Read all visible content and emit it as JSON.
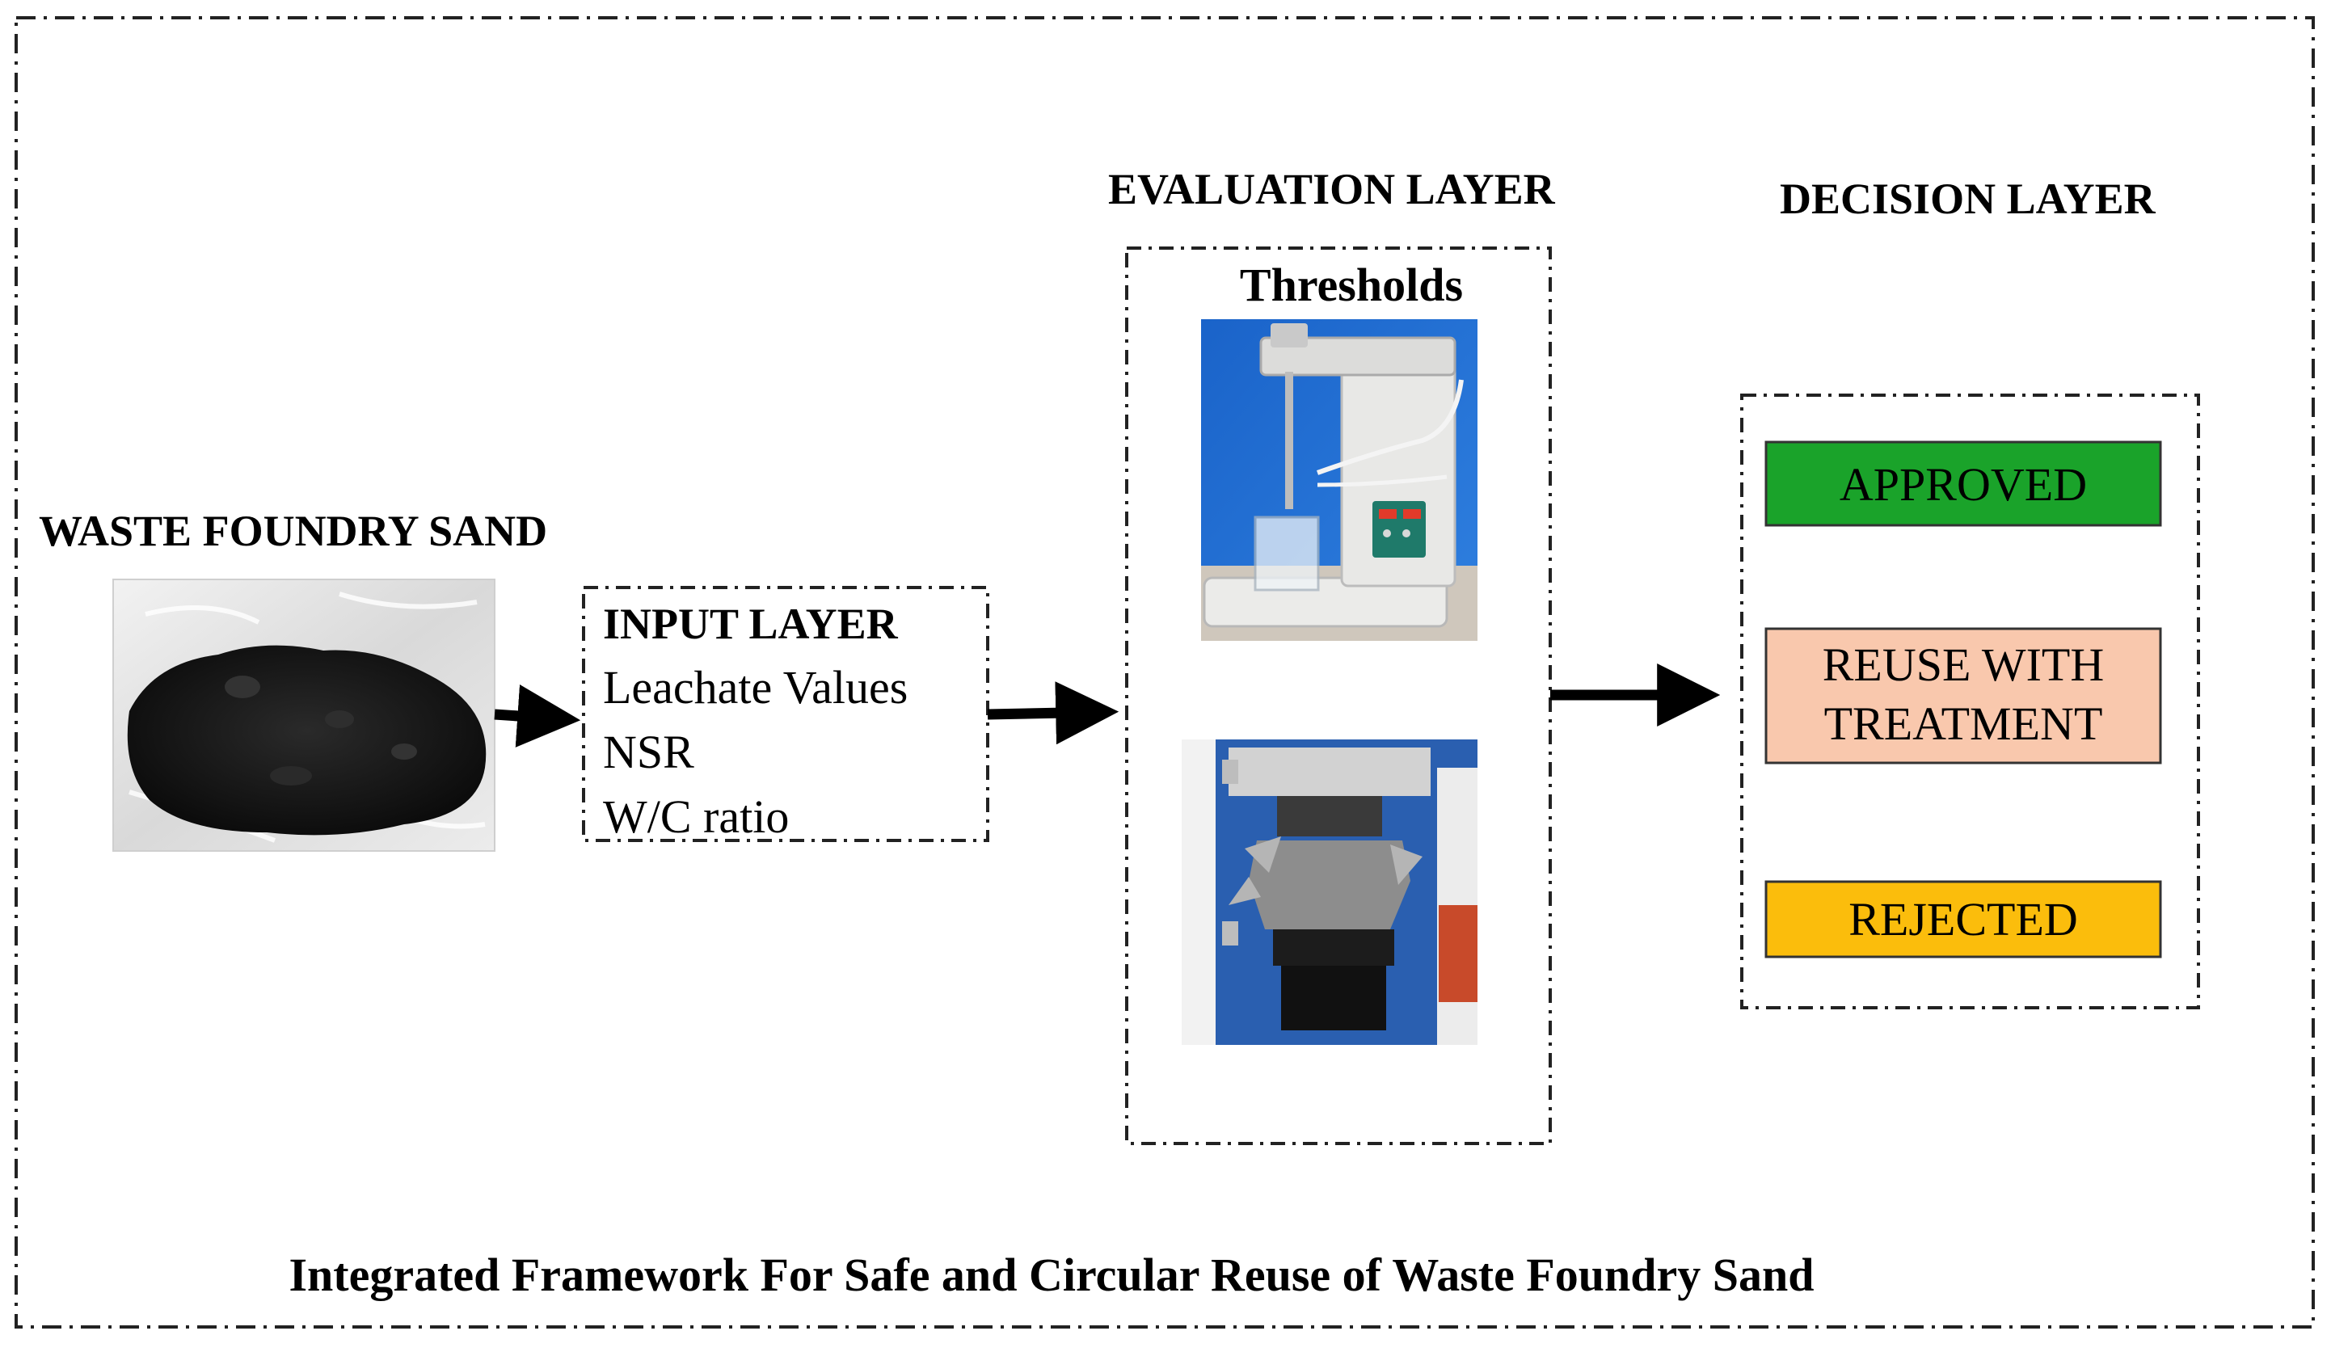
{
  "source_label": "WASTE FOUNDRY SAND",
  "input_layer": {
    "title": "INPUT LAYER",
    "items": [
      "Leachate Values",
      "NSR",
      "W/C ratio"
    ]
  },
  "evaluation_layer": {
    "title": "EVALUATION LAYER",
    "subtitle": "Thresholds"
  },
  "decision_layer": {
    "title": "DECISION LAYER",
    "outcomes": [
      {
        "label_lines": [
          "APPROVED"
        ],
        "color": "#1aa32a"
      },
      {
        "label_lines": [
          "REUSE WITH",
          "TREATMENT"
        ],
        "color": "#f9c8ad"
      },
      {
        "label_lines": [
          "REJECTED"
        ],
        "color": "#fbbd0c"
      }
    ]
  },
  "footer_title": "Integrated Framework For Safe and Circular Reuse of Waste Foundry Sand",
  "colors": {
    "border": "#222222",
    "arrow": "#000000",
    "sand": "#1b1b1b",
    "tarp": "#1f6fd8",
    "machine_body": "#e8e8e6",
    "press_frame": "#2a5fb0"
  }
}
